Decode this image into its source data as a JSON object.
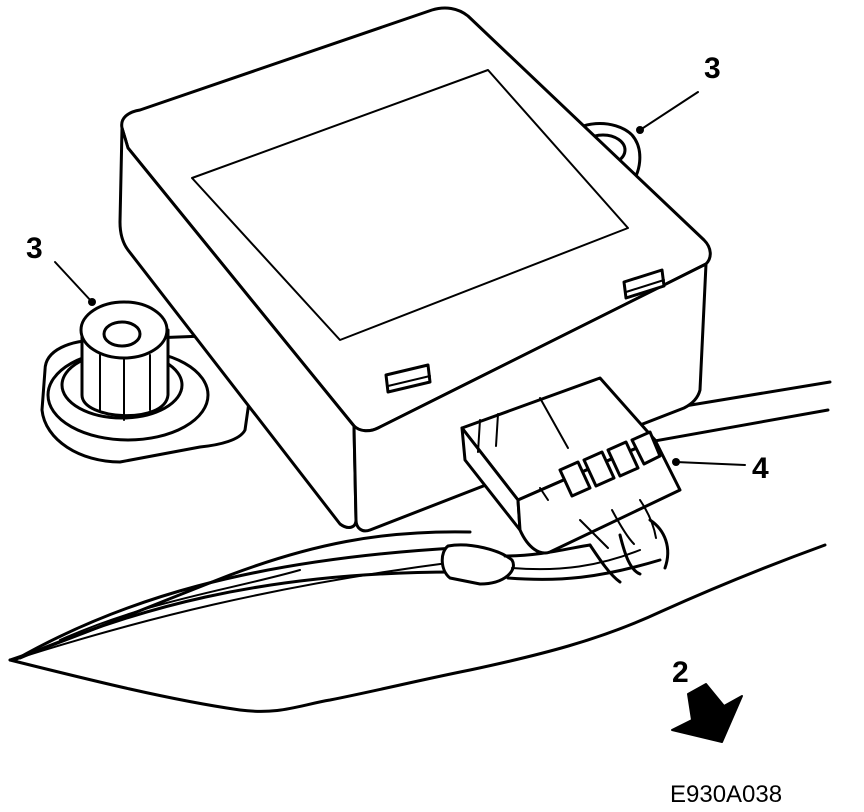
{
  "callouts": {
    "stud_right": "3",
    "stud_left": "3",
    "connector": "4",
    "direction": "2"
  },
  "figure_id": "E930A038",
  "colors": {
    "ink": "#000000",
    "paper": "#ffffff"
  }
}
